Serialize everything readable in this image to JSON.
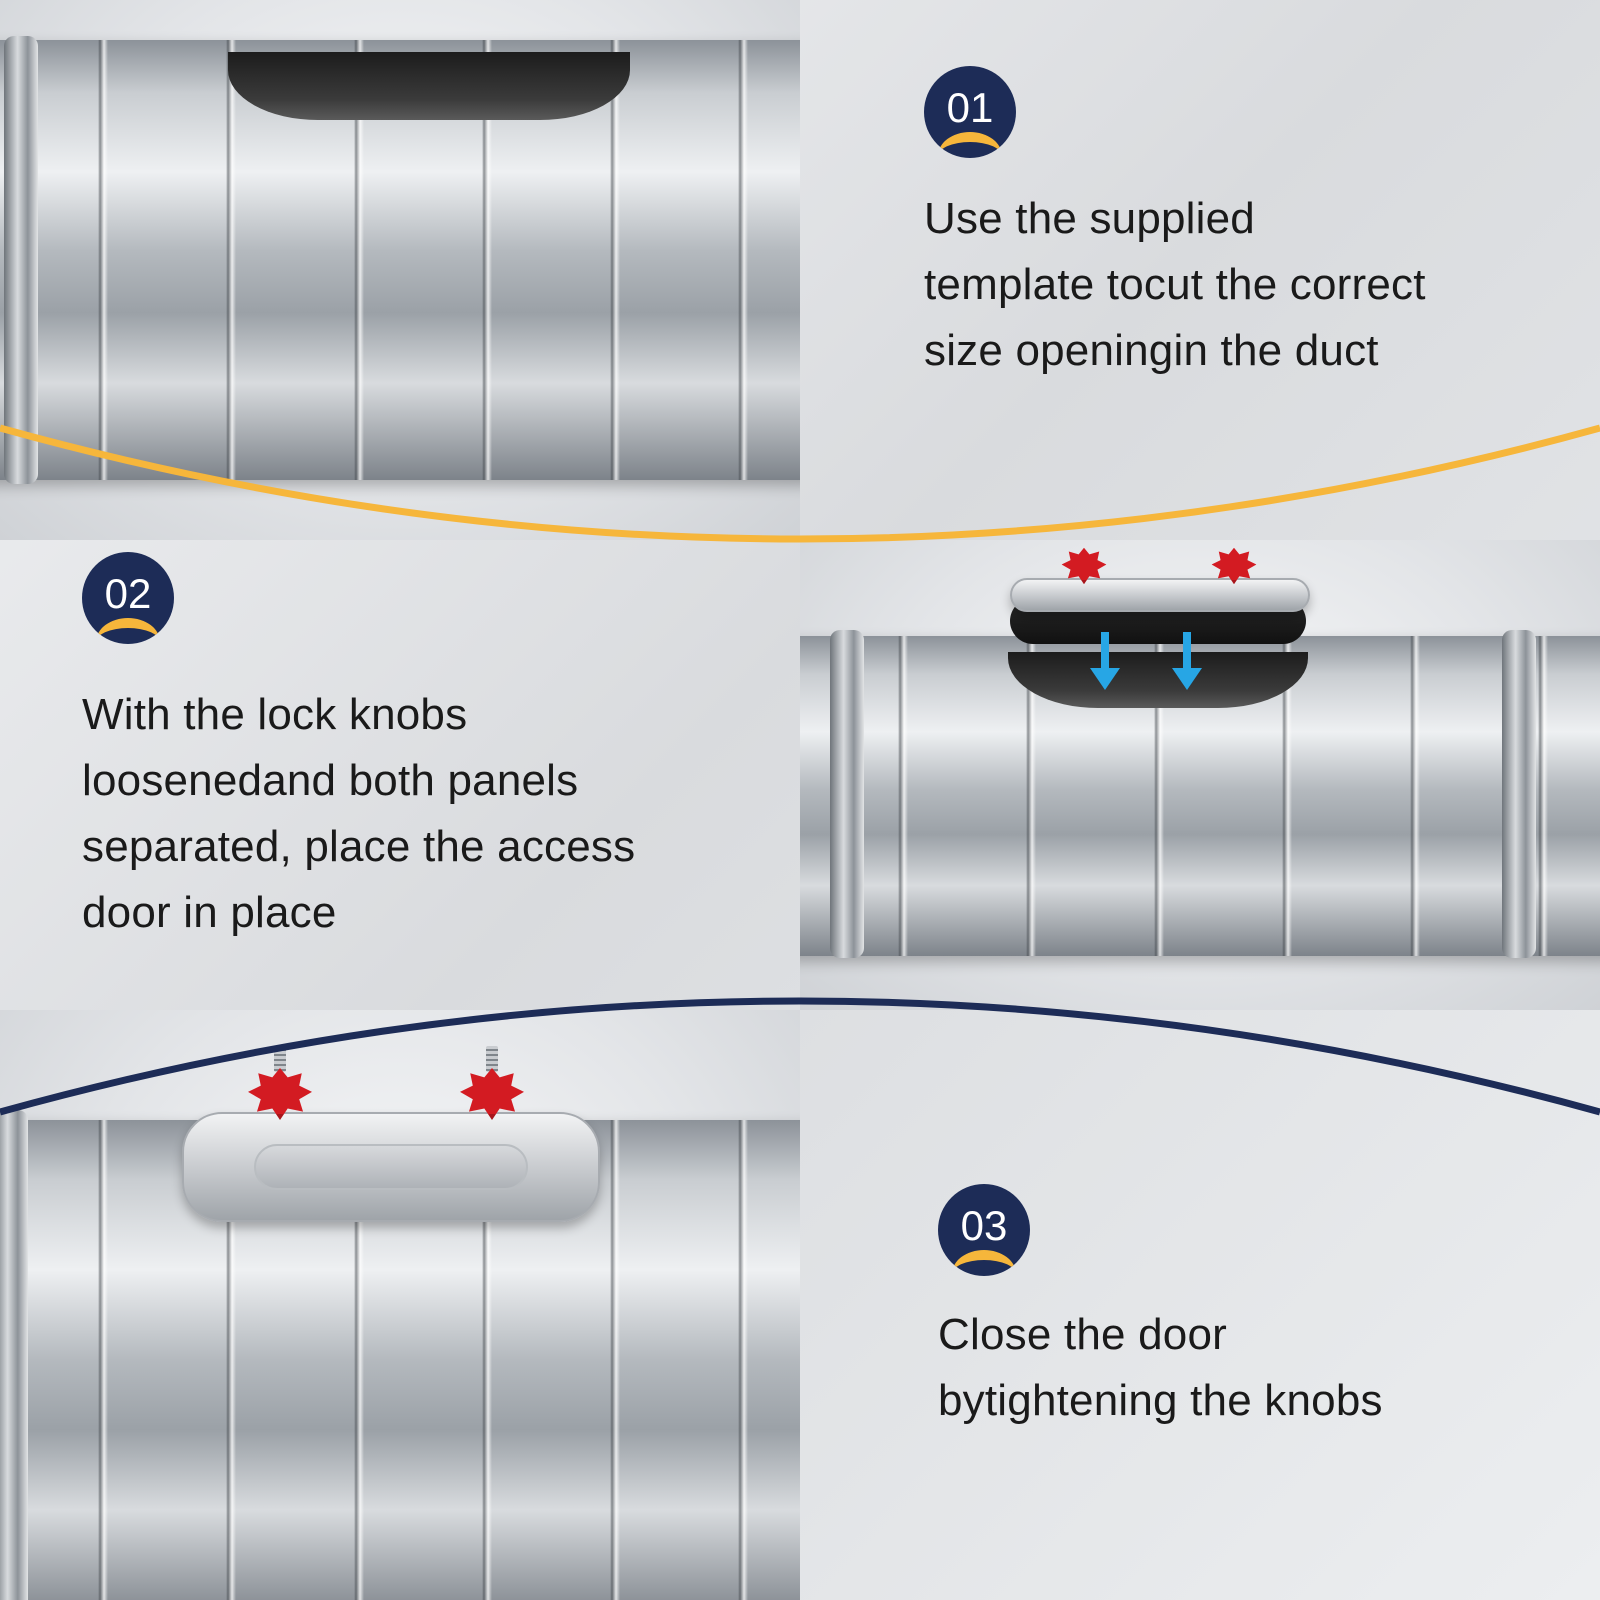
{
  "colors": {
    "badge_bg": "#1d2c57",
    "badge_accent": "#f6b63b",
    "top_divider": "#f6b63b",
    "bottom_divider": "#1d2c57",
    "knob": "#d31b22",
    "arrow": "#27a6e5"
  },
  "steps": [
    {
      "number": "01",
      "lines": [
        "Use the supplied",
        "template tocut the correct",
        "size openingin the duct"
      ]
    },
    {
      "number": "02",
      "lines": [
        "With the lock knobs",
        "loosenedand both panels",
        "separated, place the access",
        "door in place"
      ]
    },
    {
      "number": "03",
      "lines": [
        "Close the door",
        "bytightening the knobs"
      ]
    }
  ],
  "icons": [
    "duct-pipe-with-opening",
    "access-door-with-gasket",
    "down-arrow-icon",
    "lock-knob-icon",
    "installed-access-door"
  ]
}
